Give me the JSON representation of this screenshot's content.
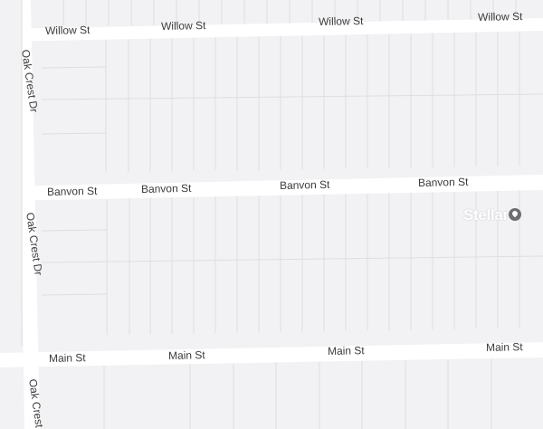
{
  "map": {
    "background": "#f2f2f4",
    "road_color": "#ffffff",
    "lot_line_color": "#dedee2",
    "streets": {
      "willow": [
        "Willow St",
        "Willow St",
        "Willow St"
      ],
      "banvon": [
        "Banvon St",
        "Banvon St",
        "Banvon St",
        "Banvon St"
      ],
      "main": [
        "Main St",
        "Main St",
        "Main St",
        "Main St"
      ],
      "oak_crest": [
        "Oak Crest Dr",
        "Oak Crest Dr",
        "Oak Crest"
      ]
    },
    "watermark": {
      "text": "Stellar",
      "icon": "location-pin-icon"
    }
  }
}
